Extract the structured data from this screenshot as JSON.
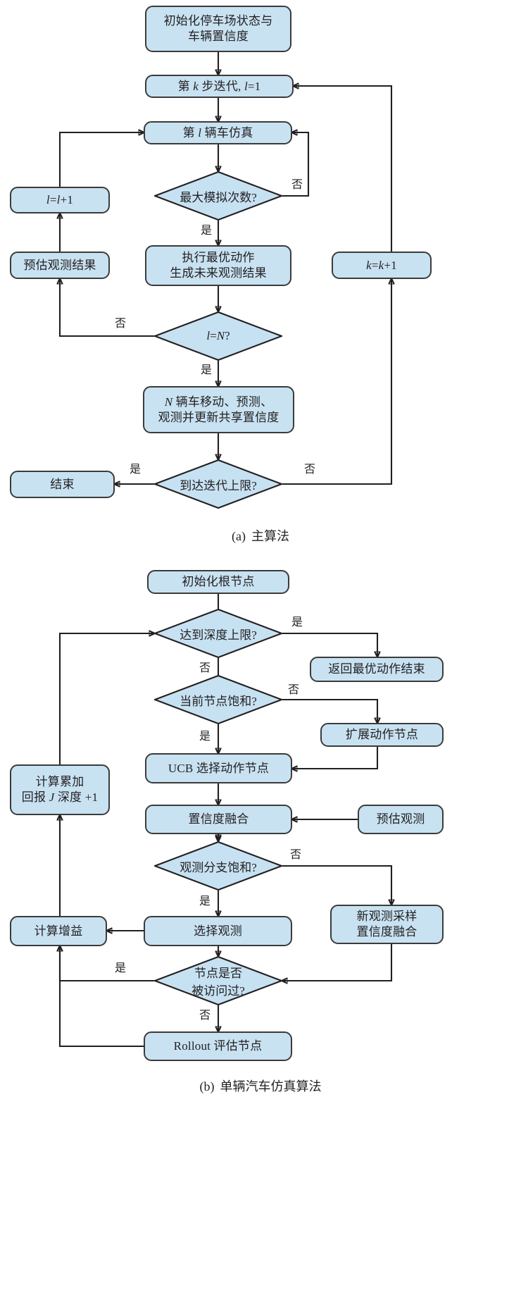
{
  "figure": {
    "panels": [
      {
        "id": "a",
        "caption_index": "(a)",
        "caption_text": "主算法",
        "nodes": {
          "init": "初始化停车场状态与\n车辆置信度",
          "iter_k": "第 k 步迭代, l=1",
          "sim_l": "第 l 辆车仿真",
          "max_sim": "最大模拟次数?",
          "l_inc": "l=l+1",
          "est_obs": "预估观测结果",
          "exec_best": "执行最优动作\n生成未来观测结果",
          "l_eq_n": "l=N ?",
          "k_inc": "k=k+1",
          "n_move": "N 辆车移动、预测、\n观测并更新共享置信度",
          "reach_limit": "到达迭代上限?",
          "end": "结束"
        },
        "edge_labels": {
          "max_sim_no": "否",
          "max_sim_yes": "是",
          "l_eq_n_no": "否",
          "l_eq_n_yes": "是",
          "reach_limit_yes": "是",
          "reach_limit_no": "否"
        }
      },
      {
        "id": "b",
        "caption_index": "(b)",
        "caption_text": "单辆汽车仿真算法",
        "nodes": {
          "init_root": "初始化根节点",
          "depth_limit": "达到深度上限?",
          "return_best": "返回最优动作结束",
          "node_saturated": "当前节点饱和?",
          "expand_action": "扩展动作节点",
          "ucb_select": "UCB 选择动作节点",
          "calc_reward": "计算累加\n回报 J 深度 +1",
          "belief_fuse": "置信度融合",
          "est_obs": "预估观测",
          "obs_saturated": "观测分支饱和?",
          "select_obs": "选择观测",
          "calc_gain": "计算增益",
          "new_obs_sample": "新观测采样\n置信度融合",
          "node_visited": "节点是否\n被访问过?",
          "rollout": "Rollout 评估节点"
        },
        "edge_labels": {
          "depth_limit_yes": "是",
          "depth_limit_no": "否",
          "node_saturated_no": "否",
          "node_saturated_yes": "是",
          "obs_saturated_no": "否",
          "obs_saturated_yes": "是",
          "node_visited_yes": "是",
          "node_visited_no": "否"
        }
      }
    ],
    "colors": {
      "node_fill": "#c8e2f2",
      "node_stroke": "#3b3b3b",
      "line": "#231f20",
      "text": "#231f20",
      "background": "#ffffff"
    }
  }
}
